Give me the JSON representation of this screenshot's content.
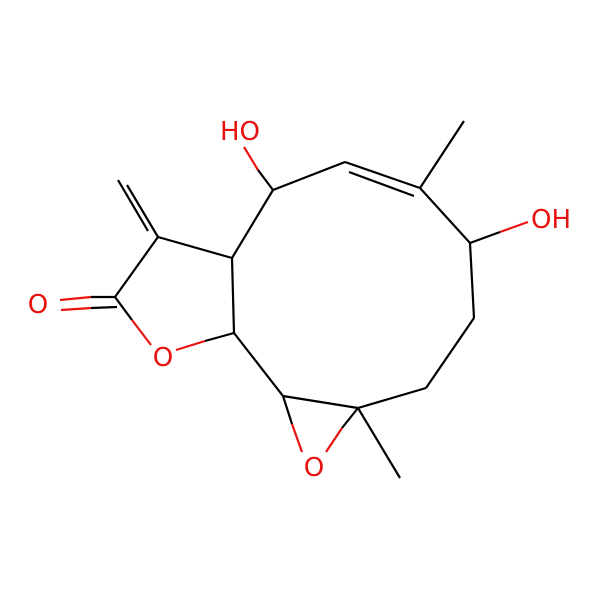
{
  "molecule": {
    "atoms": {
      "oh_top": "HO",
      "oh_right": "OH",
      "o_carbonyl": "O",
      "o_ring": "O",
      "o_epoxide": "O"
    },
    "colors": {
      "carbon": "#000000",
      "oxygen": "#e8130f",
      "background": "#ffffff"
    }
  }
}
